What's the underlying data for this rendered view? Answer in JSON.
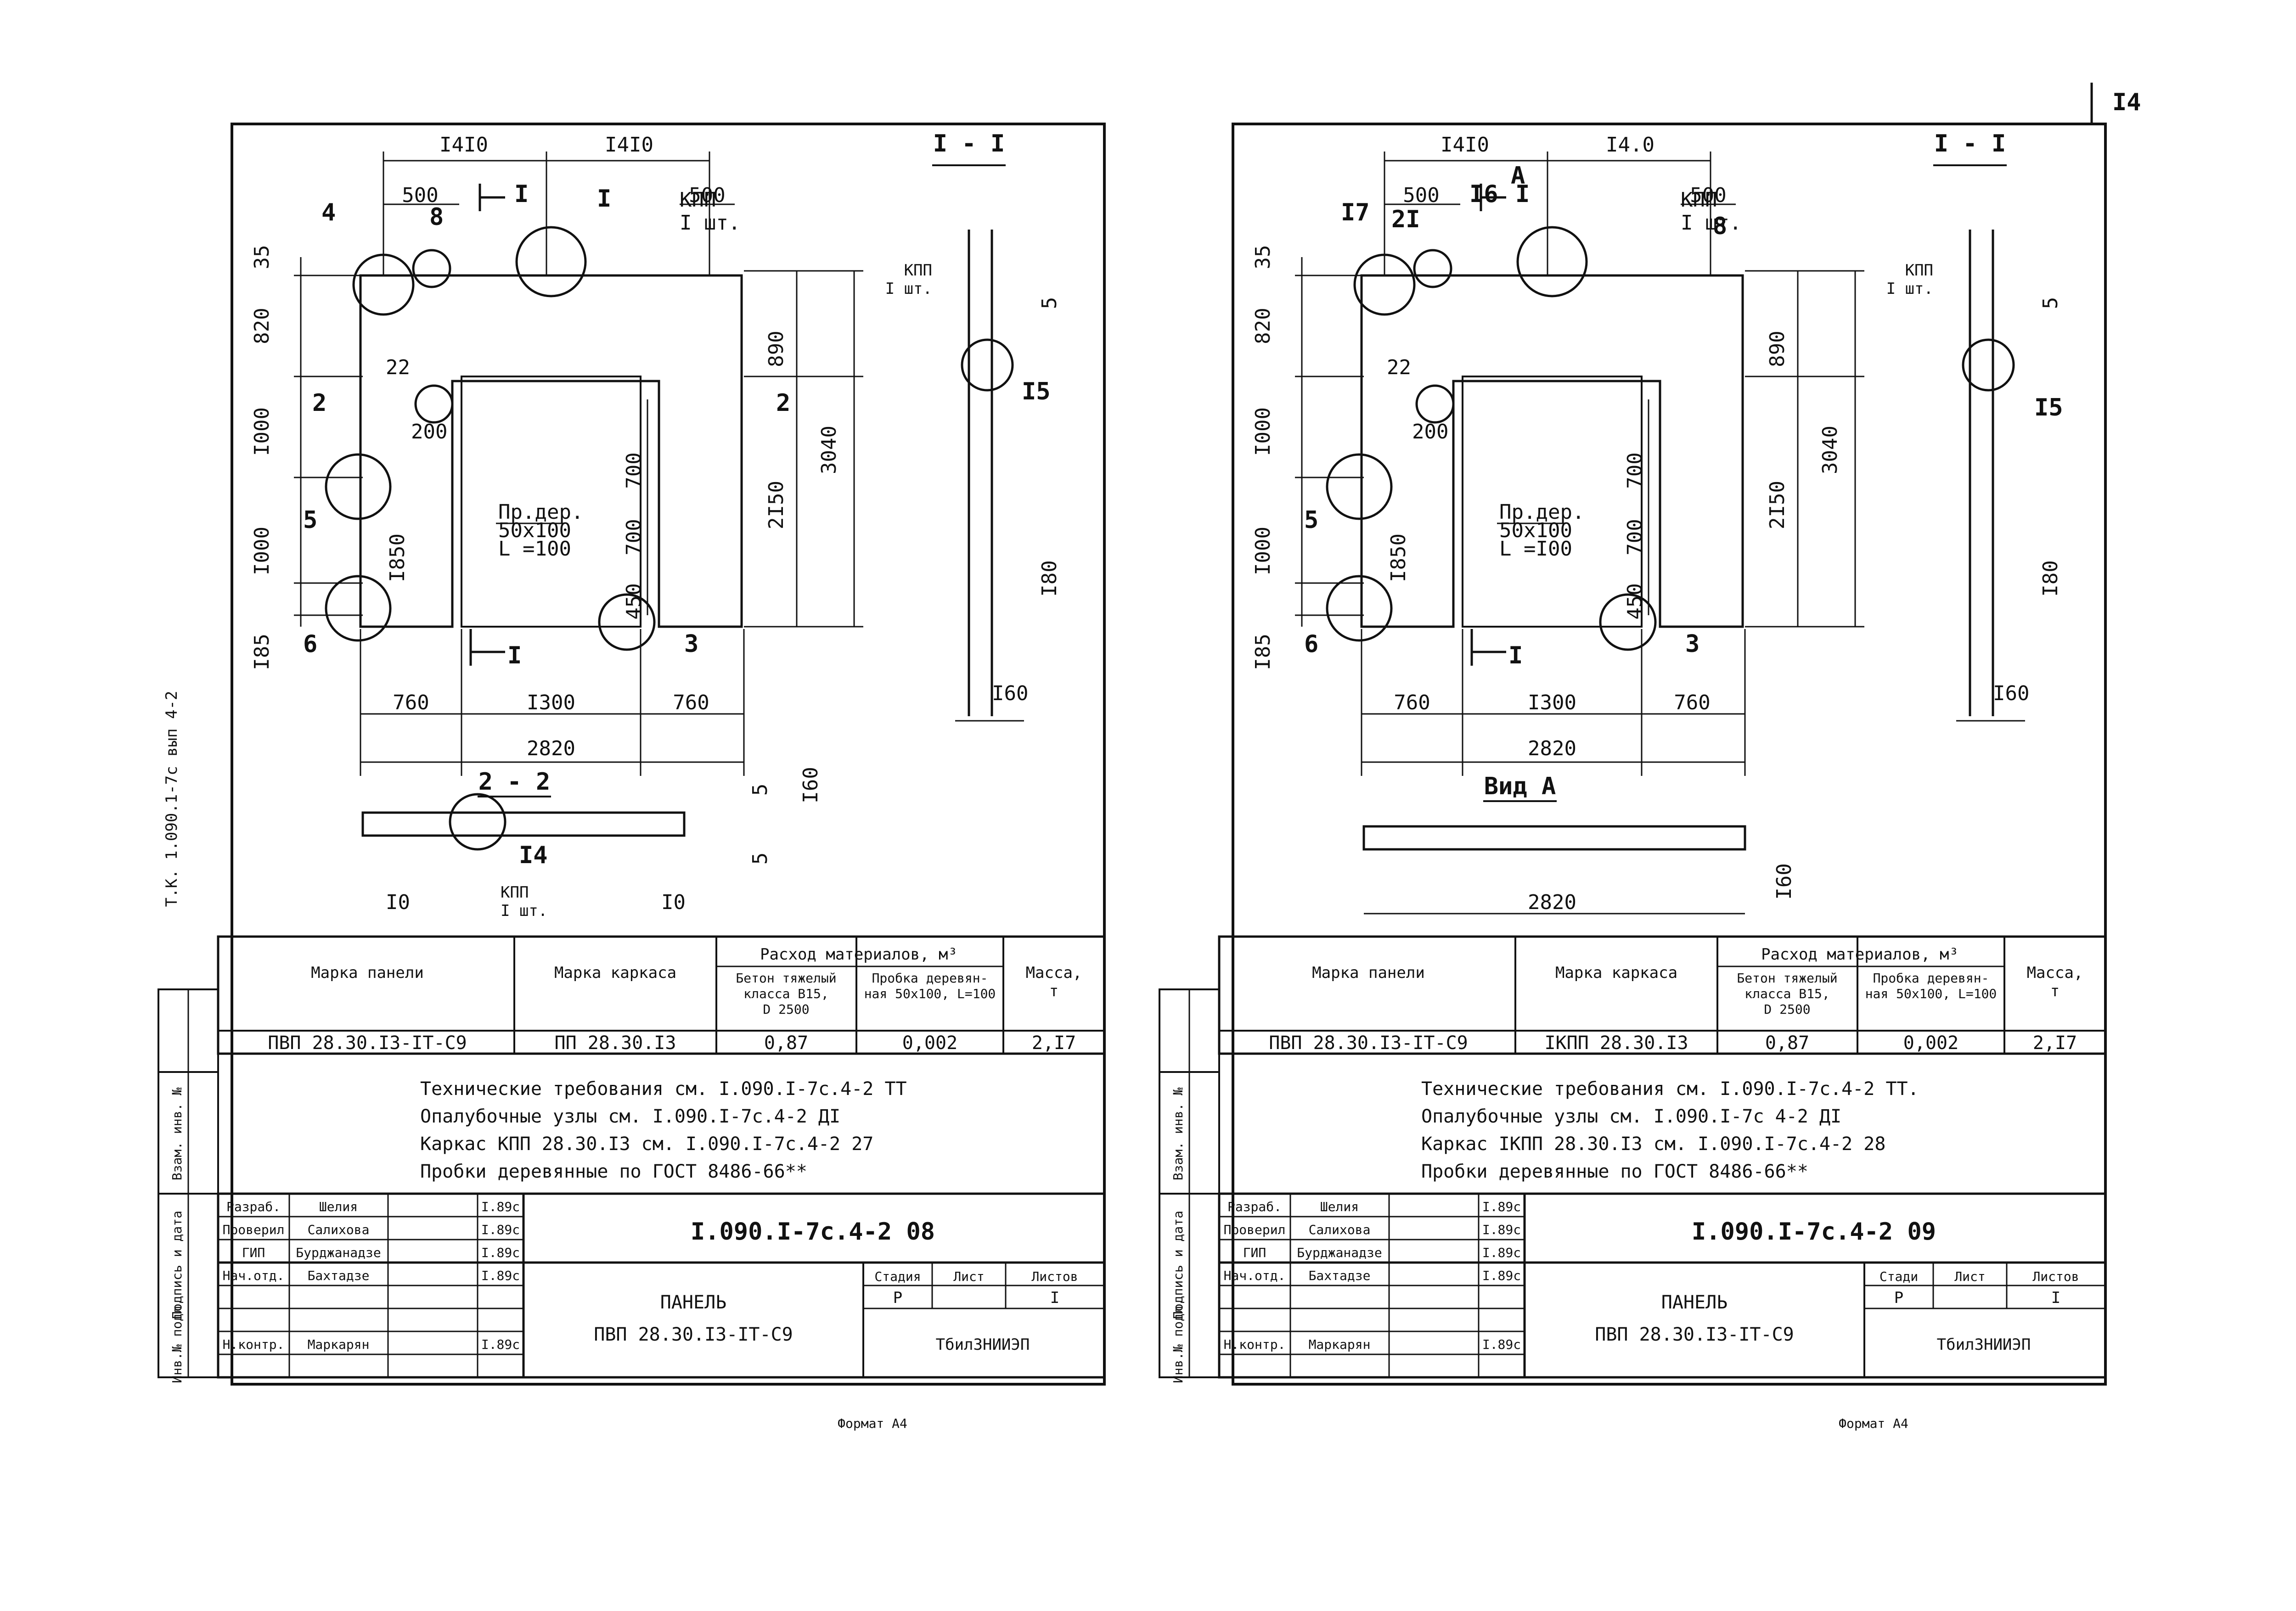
{
  "top_right_number": "I4",
  "left_side_stamp": "Т.К. 1.090.1-7с вып 4-2",
  "format_label": "Формат А4",
  "sheets": [
    {
      "dims": {
        "top_left": "I4I0",
        "top_right": "I4I0",
        "d500a": "500",
        "d500b": "500",
        "d35": "35",
        "d820": "820",
        "d1000a": "I000",
        "d1000b": "I000",
        "d185": "I85",
        "d890": "890",
        "d3040": "3040",
        "d2150": "2I50",
        "d700a": "700",
        "d700b": "700",
        "d450": "450",
        "d1850": "I850",
        "d22": "22",
        "d200": "200",
        "d760a": "760",
        "d1300": "I300",
        "d760b": "760",
        "d2820": "2820",
        "d5": "5",
        "d180": "I80",
        "d160": "I60"
      },
      "callouts": {
        "c4": "4",
        "c8": "8",
        "c1": "I",
        "c5": "5",
        "c6": "6",
        "c3": "3",
        "c15": "I5",
        "c2a": "2",
        "c2b": "2",
        "c14": "I4"
      },
      "wood_label": [
        "Пр.дер.",
        "50х100",
        "L =100"
      ],
      "kpp_note": [
        "КПП",
        "I шт."
      ],
      "kpp_note_side": [
        "КПП",
        "I шт."
      ],
      "section_title": "I - I",
      "bottom_section_title": "2 - 2",
      "bottom_view": {
        "d10a": "I0",
        "d10b": "I0",
        "d5a": "5",
        "d5b": "5",
        "d160": "I60",
        "kpp": [
          "КПП",
          "I шт."
        ],
        "callout": "I4"
      },
      "section_arrow_i": "I",
      "table": {
        "h_mark": "Марка панели",
        "h_frame": "Марка каркаса",
        "h_consumption": "Расход материалов, м³",
        "h_concrete": [
          "Бетон тяжелый",
          "класса В15,",
          "D 2500"
        ],
        "h_plug": [
          "Пробка деревян-",
          "ная 50х100, L=100"
        ],
        "h_mass": [
          "Масса,",
          "т"
        ],
        "row": {
          "mark": "ПВП 28.30.I3-IТ-С9",
          "frame": "ПП 28.30.I3",
          "concrete": "0,87",
          "plug": "0,002",
          "mass": "2,I7"
        }
      },
      "notes": [
        "Технические требования см. I.090.I-7с.4-2 ТТ",
        "Опалубочные узлы см. I.090.I-7с.4-2 ДI",
        "Каркас КПП 28.30.I3 см. I.090.I-7с.4-2 27",
        "Пробки деревянные по ГОСТ 8486-66**"
      ],
      "stamp": {
        "doc_code": "I.090.I-7с.4-2 08",
        "roles": [
          "Разраб.",
          "Проверил",
          "ГИП",
          "Нач.отд.",
          "",
          "",
          "Н.контр."
        ],
        "names": [
          "Шелия",
          "Салихова",
          "Бурджанадзе",
          "Бахтадзе",
          "",
          "",
          "Маркарян"
        ],
        "dates": [
          "I.89с",
          "I.89с",
          "I.89с",
          "I.89с",
          "",
          "",
          "I.89с"
        ],
        "title": [
          "ПАНЕЛЬ",
          "ПВП 28.30.I3-IТ-С9"
        ],
        "stage_h": "Стадия",
        "sheet_h": "Лист",
        "sheets_h": "Листов",
        "stage": "Р",
        "sheet": "",
        "sheets": "I",
        "org": "ТбилЗНИИЭП"
      },
      "side_labels": [
        "Инв.№ подл.",
        "Подпись и дата",
        "Взам. инв. №"
      ]
    },
    {
      "dims": {
        "top_left": "I4I0",
        "top_right": "I4.0",
        "d500a": "500",
        "d500b": "500",
        "d35": "35",
        "d820": "820",
        "d1000a": "I000",
        "d1000b": "I000",
        "d185": "I85",
        "d890": "890",
        "d3040": "3040",
        "d2150": "2I50",
        "d700a": "700",
        "d700b": "700",
        "d450": "450",
        "d1850": "I850",
        "d22": "22",
        "d200": "200",
        "d760a": "760",
        "d1300": "I300",
        "d760b": "760",
        "d2820": "2820",
        "d5": "5",
        "d180": "I80",
        "d160": "I60"
      },
      "callouts": {
        "c17": "I7",
        "c21": "2I",
        "c16": "I6",
        "cA": "А",
        "c8": "8",
        "c5": "5",
        "c6": "6",
        "c3": "3",
        "c15": "I5"
      },
      "wood_label": [
        "Пр.дер.",
        "50х100",
        "L =I00"
      ],
      "kpp_note": [
        "КПП",
        "I шт."
      ],
      "kpp_note_side": [
        "КПП",
        "I шт."
      ],
      "section_title": "I - I",
      "view_a_title": "Вид А",
      "view_a": {
        "d2820": "2820",
        "d160": "I60"
      },
      "section_arrow_i": "I",
      "table": {
        "h_mark": "Марка панели",
        "h_frame": "Марка каркаса",
        "h_consumption": "Расход материалов, м³",
        "h_concrete": [
          "Бетон тяжелый",
          "класса В15,",
          "D 2500"
        ],
        "h_plug": [
          "Пробка деревян-",
          "ная 50х100, L=100"
        ],
        "h_mass": [
          "Масса,",
          "т"
        ],
        "row": {
          "mark": "ПВП 28.30.I3-IТ-С9",
          "frame": "ІКПП 28.30.I3",
          "concrete": "0,87",
          "plug": "0,002",
          "mass": "2,I7"
        }
      },
      "notes": [
        "Технические требования см. I.090.I-7с.4-2 ТТ.",
        "Опалубочные узлы см. I.090.I-7с 4-2 ДI",
        "Каркас ІКПП 28.30.I3 см. I.090.I-7с.4-2 28",
        "Пробки деревянные по ГОСТ 8486-66**"
      ],
      "stamp": {
        "doc_code": "I.090.I-7с.4-2 09",
        "roles": [
          "Разраб.",
          "Проверил",
          "ГИП",
          "Нач.отд.",
          "",
          "",
          "Н.контр."
        ],
        "names": [
          "Шелия",
          "Салихова",
          "Бурджанадзе",
          "Бахтадзе",
          "",
          "",
          "Маркарян"
        ],
        "dates": [
          "I.89с",
          "I.89с",
          "I.89с",
          "I.89с",
          "",
          "",
          "I.89с"
        ],
        "title": [
          "ПАНЕЛЬ",
          "ПВП 28.30.I3-IТ-С9"
        ],
        "stage_h": "Стади",
        "sheet_h": "Лист",
        "sheets_h": "Листов",
        "stage": "Р",
        "sheet": "",
        "sheets": "I",
        "org": "ТбилЗНИИЭП"
      },
      "side_labels": [
        "Инв.№ подл.",
        "Подпись и дата",
        "Взам. инв. №"
      ]
    }
  ]
}
